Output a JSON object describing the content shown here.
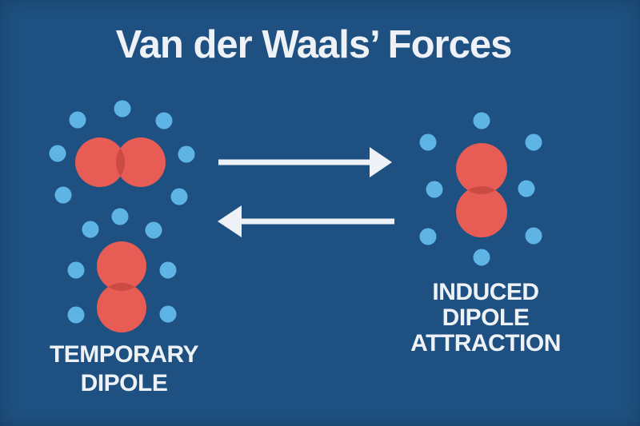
{
  "title": "Van der Waals’ Forces",
  "labels": {
    "left": [
      "TEMPORARY",
      "DIPOLE"
    ],
    "right": [
      "INDUCED",
      "DIPOLE",
      "ATTRACTION"
    ]
  },
  "icons": {
    "right_arrow": "right-arrow-icon",
    "left_arrow": "left-arrow-icon"
  },
  "electron_counts": {
    "left_cluster": 14,
    "right_cluster": 8
  },
  "colors": {
    "background": "#1e5181",
    "molecule_red": "#e75d55",
    "overlap_red": "#cb4a42",
    "electron_blue": "#5fb4e6",
    "foreground": "#eef2f6"
  }
}
